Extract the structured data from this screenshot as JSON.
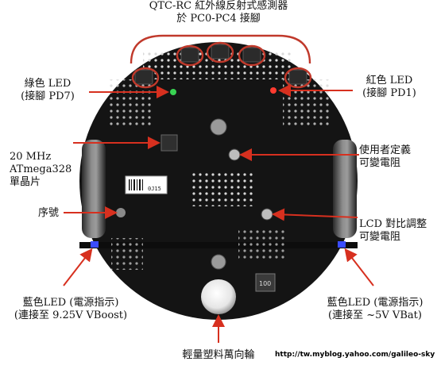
{
  "labels": {
    "sensor_title_line1": "QTC-RC 紅外線反射式感測器",
    "sensor_title_line2": "於 PC0-PC4 接腳",
    "green_led_line1": "綠色 LED",
    "green_led_line2": "(接腳 PD7)",
    "red_led_line1": "紅色 LED",
    "red_led_line2": "(接腳 PD1)",
    "mcu_line1": "20 MHz",
    "mcu_line2": "ATmega328",
    "mcu_line3": "單晶片",
    "user_pot_line1": "使用者定義",
    "user_pot_line2": "可變電阻",
    "serial_label": "序號",
    "lcd_pot_line1": "LCD 對比調整",
    "lcd_pot_line2": "可變電阻",
    "blue_led_left_line1": "藍色LED (電源指示)",
    "blue_led_left_line2": "(連接至 9.25V VBoost)",
    "blue_led_right_line1": "藍色LED (電源指示)",
    "blue_led_right_line2": "(連接至 ~5V VBat)",
    "caster_label": "輕量塑料萬向輪",
    "serial_sticker": "0J15",
    "cap_marking": "100",
    "website": "http://tw.myblog.yahoo.com/galileo-sky"
  },
  "colors": {
    "board": "#141414",
    "arrow": "#d7301f",
    "ellipse": "#c0392b",
    "blue_led": "#3a4cff",
    "red_led": "#ff3b30",
    "green_led": "#39d353"
  }
}
